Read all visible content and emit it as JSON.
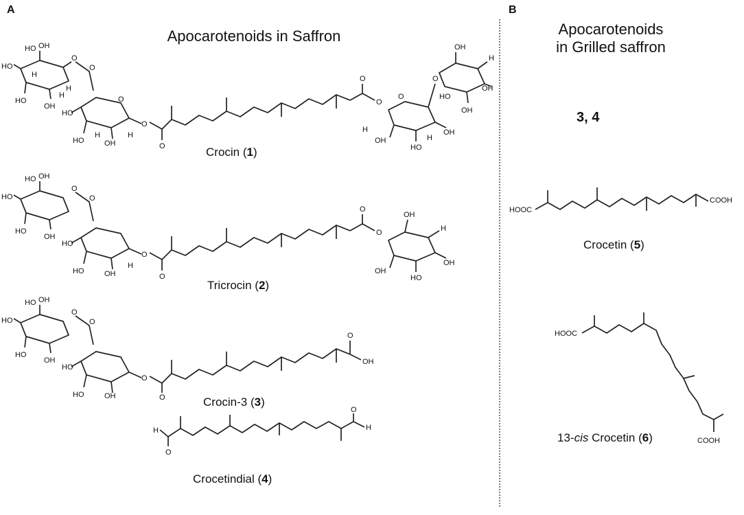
{
  "panels": {
    "a": {
      "letter": "A",
      "title": "Apocarotenoids in Saffron",
      "compounds": [
        {
          "name": "Crocin (",
          "number": "1",
          "close": ")"
        },
        {
          "name": "Tricrocin (",
          "number": "2",
          "close": ")"
        },
        {
          "name": "Crocin-3 (",
          "number": "3",
          "close": ")"
        },
        {
          "name": "Crocetindial (",
          "number": "4",
          "close": ")"
        }
      ]
    },
    "b": {
      "letter": "B",
      "title_line1": "Apocarotenoids",
      "title_line2": "in Grilled saffron",
      "refs": "3,  4",
      "compounds": [
        {
          "prefix": "",
          "italic": "",
          "name": "Crocetin (",
          "number": "5",
          "close": ")"
        },
        {
          "prefix": "13-",
          "italic": "cis",
          "name": " Crocetin (",
          "number": "6",
          "close": ")"
        }
      ]
    }
  },
  "atoms": {
    "oh": "OH",
    "ho": "HO",
    "h": "H",
    "o": "O",
    "cooh": "COOH",
    "hooc": "HOOC"
  }
}
